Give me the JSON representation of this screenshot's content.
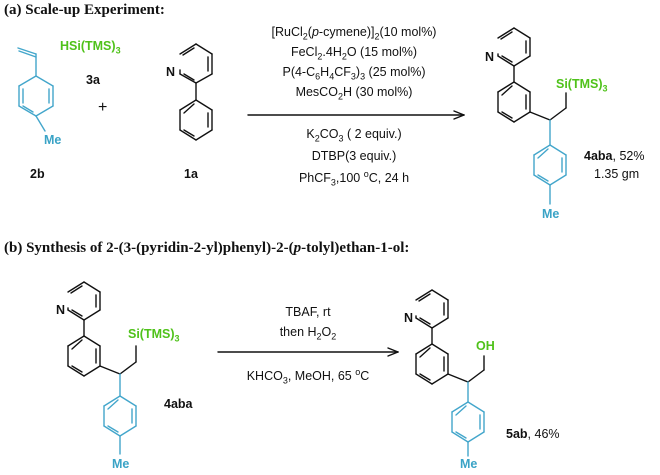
{
  "section_a": {
    "heading": "(a) Scale-up Experiment:",
    "silane_formula": "HSi(TMS)",
    "silane_sub": "3",
    "silane_code": "3a",
    "plus": "+",
    "styrene_code": "2b",
    "styrene_me": "Me",
    "pyridine_n": "N",
    "phenylpyridine_code": "1a",
    "conditions": {
      "line1_a": "[RuCl",
      "line1_s1": "2",
      "line1_b": "(",
      "line1_i": "p",
      "line1_c": "-cymene)]",
      "line1_s2": "2",
      "line1_d": "(10 mol%)",
      "line2_a": "FeCl",
      "line2_s": "2",
      "line2_b": ".4H",
      "line2_s2": "2",
      "line2_c": "O (15 mol%)",
      "line3_a": "P(4-C",
      "line3_s1": "6",
      "line3_b": "H",
      "line3_s2": "4",
      "line3_c": "CF",
      "line3_s3": "3",
      "line3_d": ")",
      "line3_s4": "3",
      "line3_e": " (25 mol%)",
      "line4_a": "MesCO",
      "line4_s": "2",
      "line4_b": "H (30 mol%)",
      "line5_a": "K",
      "line5_s1": "2",
      "line5_b": "CO",
      "line5_s2": "3",
      "line5_c": " ( 2 equiv.)",
      "line6": "DTBP(3 equiv.)",
      "line7_a": "PhCF",
      "line7_s": "3",
      "line7_b": ",100 ",
      "line7_sup": "o",
      "line7_c": "C, 24 h"
    },
    "product_n": "N",
    "product_si": "Si(TMS)",
    "product_si_sub": "3",
    "product_me": "Me",
    "product_code": "4aba",
    "product_yield": ", 52%",
    "product_mass": "1.35 gm"
  },
  "section_b": {
    "heading_a": "(b) Synthesis of 2-(3-(pyridin-2-yl)phenyl)-2-(",
    "heading_i": "p",
    "heading_b": "-tolyl)ethan-1-ol:",
    "sm_n": "N",
    "sm_si": "Si(TMS)",
    "sm_si_sub": "3",
    "sm_me": "Me",
    "sm_code": "4aba",
    "cond1": "TBAF, rt",
    "cond2_a": "then H",
    "cond2_s": "2",
    "cond2_b": "O",
    "cond2_s2": "2",
    "cond3_a": "KHCO",
    "cond3_s": "3",
    "cond3_b": ", MeOH, 65 ",
    "cond3_sup": "o",
    "cond3_c": "C",
    "product_n": "N",
    "product_oh": "OH",
    "product_me": "Me",
    "product_code": "5ab",
    "product_yield": ", 46%"
  },
  "colors": {
    "silicon_green": "#4fc21a",
    "tolyl_blue": "#3aa3c6",
    "bonds": "#111111"
  }
}
